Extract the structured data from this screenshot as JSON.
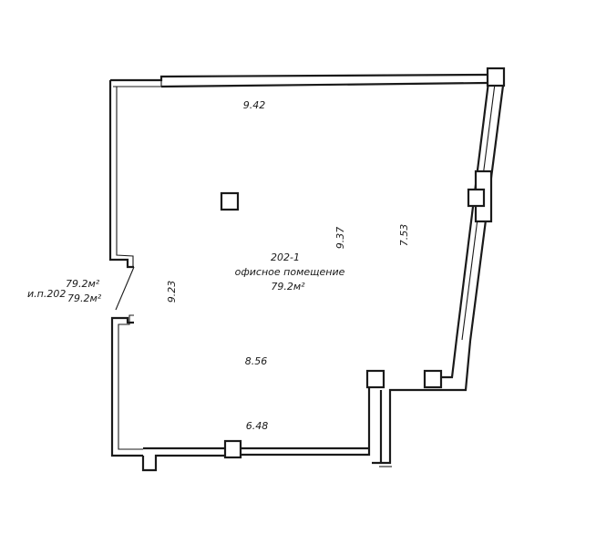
{
  "room": {
    "number": "202-1",
    "name": "офисное помещение",
    "area": "79.2м²"
  },
  "unit": {
    "label": "и.п.202",
    "area_total": "79.2м²",
    "area_useful": "79.2м²"
  },
  "dimensions": {
    "top": "9.42",
    "left": "9.23",
    "diag_center": "9.37",
    "right": "7.53",
    "lower": "8.56",
    "bottom": "6.48"
  }
}
